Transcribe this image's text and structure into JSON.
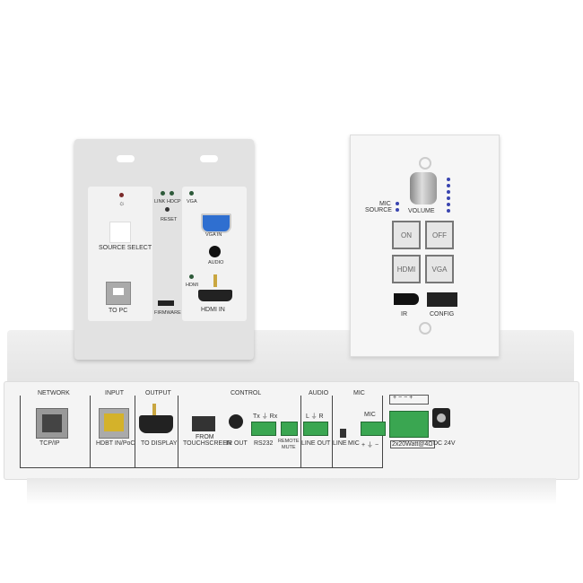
{
  "transmitter_plate": {
    "source_select": "SOURCE SELECT",
    "to_pc": "TO PC",
    "link": "LINK",
    "hdcp": "HDCP",
    "reset": "RESET",
    "firmware": "FIRMWARE",
    "vga": "VGA",
    "vga_in": "VGA IN",
    "audio": "AUDIO",
    "hdmi": "HDMI",
    "hdmi_in": "HDMI IN"
  },
  "control_plate": {
    "mic": "MIC",
    "source": "SOURCE",
    "volume": "VOLUME",
    "buttons": [
      "ON",
      "OFF",
      "HDMI",
      "VGA"
    ],
    "ir": "IR",
    "config": "CONFIG",
    "volume_leds": 6
  },
  "receiver": {
    "sections": {
      "network": "NETWORK",
      "input": "INPUT",
      "output": "OUTPUT",
      "control": "CONTROL",
      "audio": "AUDIO",
      "mic": "MIC"
    },
    "tcp_ip": "TCP/IP",
    "hdbt": "HDBT IN/PoC",
    "to_display": "TO DISPLAY",
    "from_touchscreen_1": "FROM",
    "from_touchscreen_2": "TOUCHSCREEN",
    "ir_out": "IR OUT",
    "rs232_pins": "Tx ⏚ Rx",
    "rs232": "RS232",
    "remote_1": "REMOTE",
    "remote_2": "MUTE",
    "lr_pins": "L ⏚ R",
    "line_out": "LINE OUT",
    "line": "LINE",
    "mic_switch": "MIC",
    "mic_label": "MIC",
    "mic_pins": "+ ⏚ −",
    "speaker_pins": "+  −  −  +",
    "speaker_rating": "2x20Watt@4Ω",
    "dc": "DC 24V"
  },
  "colors": {
    "terminal_green": "#3aa651",
    "vga_blue": "#2f6fd0",
    "led_blue": "#3a45b0"
  }
}
